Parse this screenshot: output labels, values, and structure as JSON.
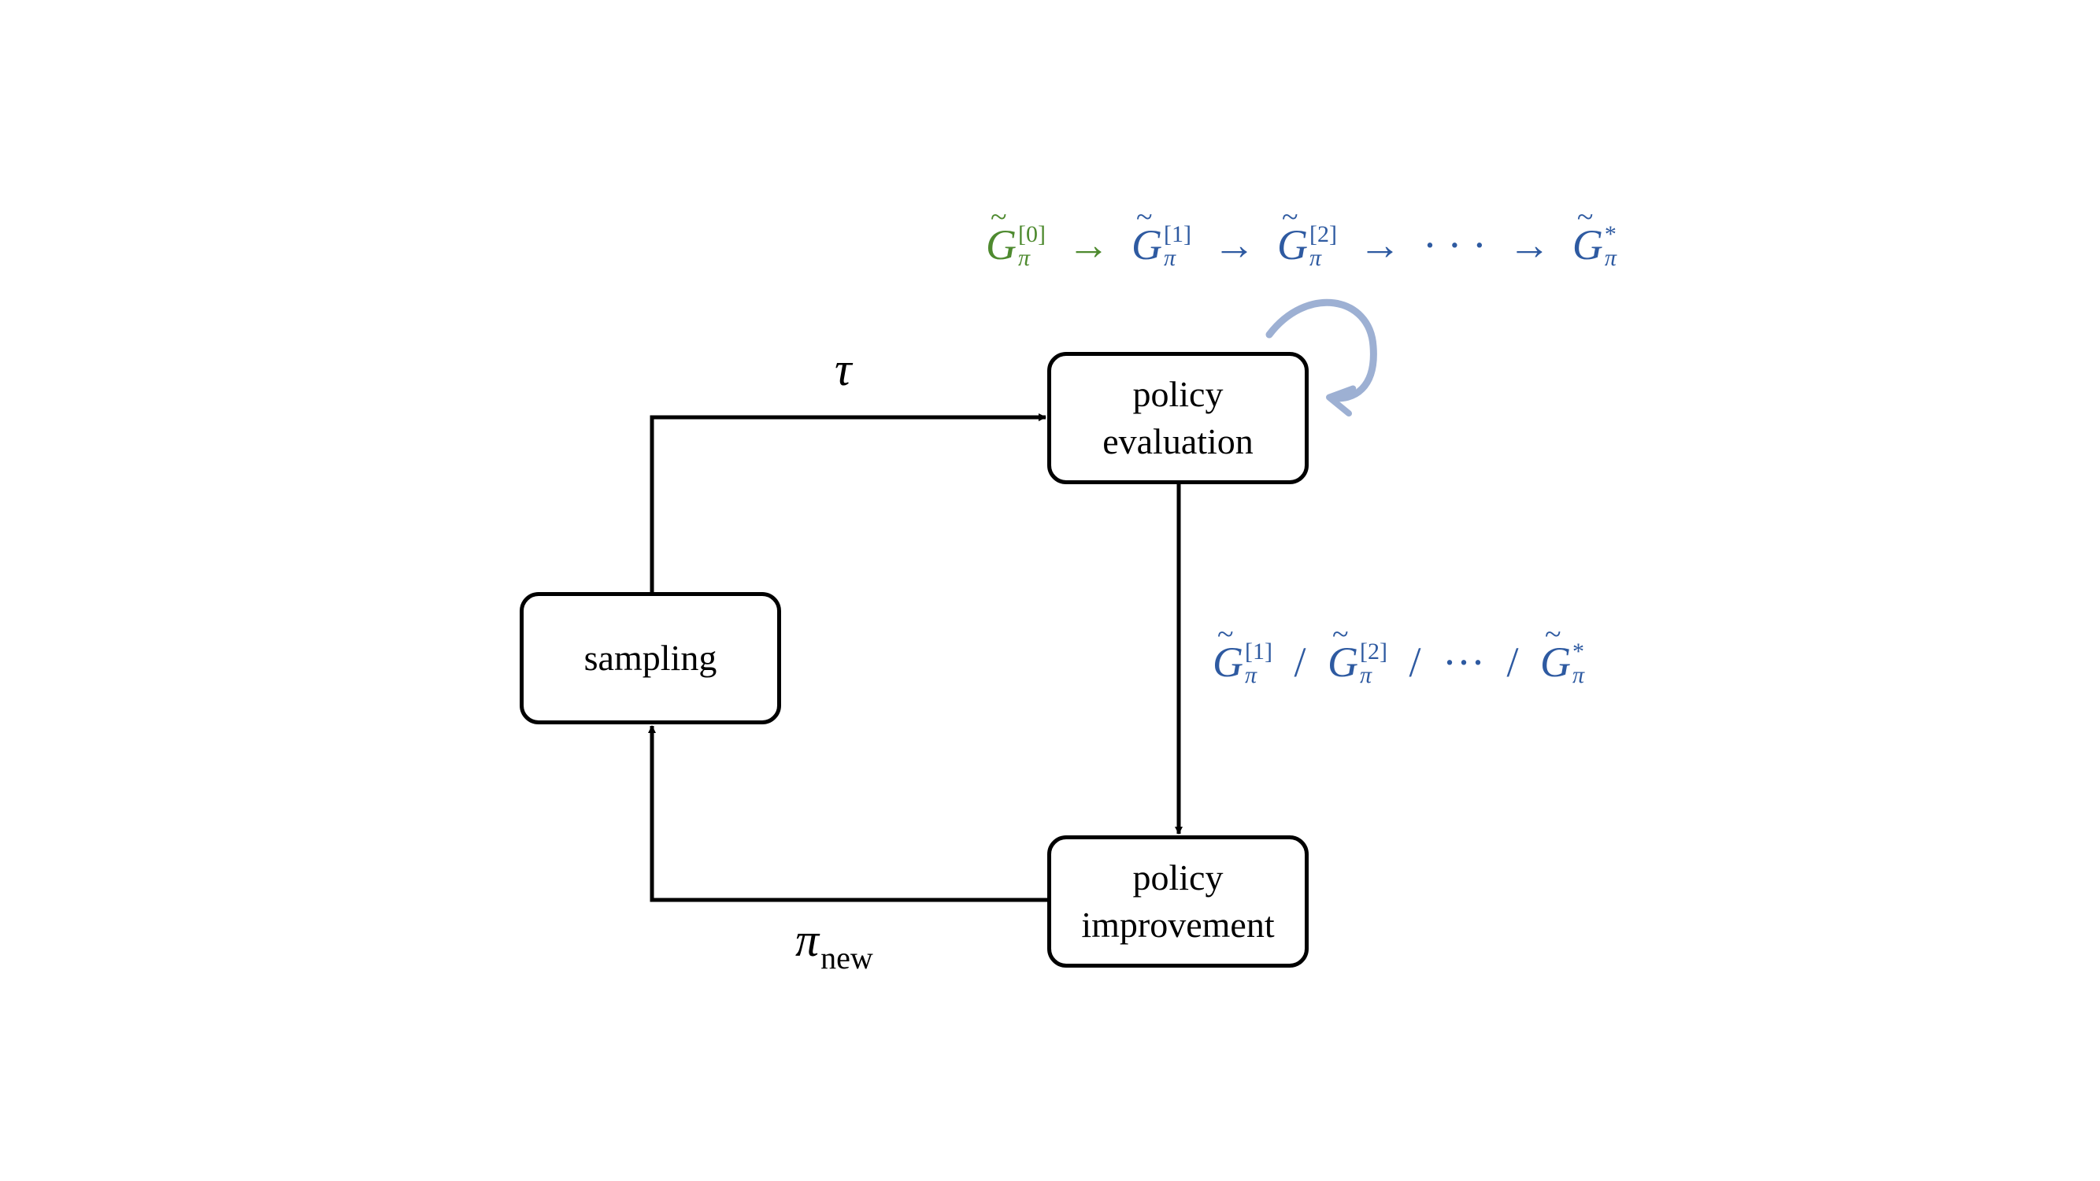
{
  "boxes": {
    "sampling": "sampling",
    "policy_evaluation": [
      "policy",
      "evaluation"
    ],
    "policy_improvement": [
      "policy",
      "improvement"
    ]
  },
  "edges": {
    "tau_label": "τ",
    "pi_label_symbol": "π",
    "pi_label_subscript": "new"
  },
  "evaluation_sequence": {
    "symbol": "G",
    "tilde": "~",
    "subscript": "π",
    "superscripts": [
      "[0]",
      "[1]",
      "[2]"
    ],
    "final_superscript": "*",
    "arrow": "→",
    "ellipsis": "· · ·"
  },
  "output_sequence": {
    "superscripts": [
      "[1]",
      "[2]"
    ],
    "final_superscript": "*",
    "separator": "/",
    "ellipsis": "···"
  },
  "colors": {
    "initial_estimate": "#4e8a2f",
    "estimates": "#2e5aa1",
    "loop_arrow": "#9db0d3",
    "lines": "#000000"
  }
}
